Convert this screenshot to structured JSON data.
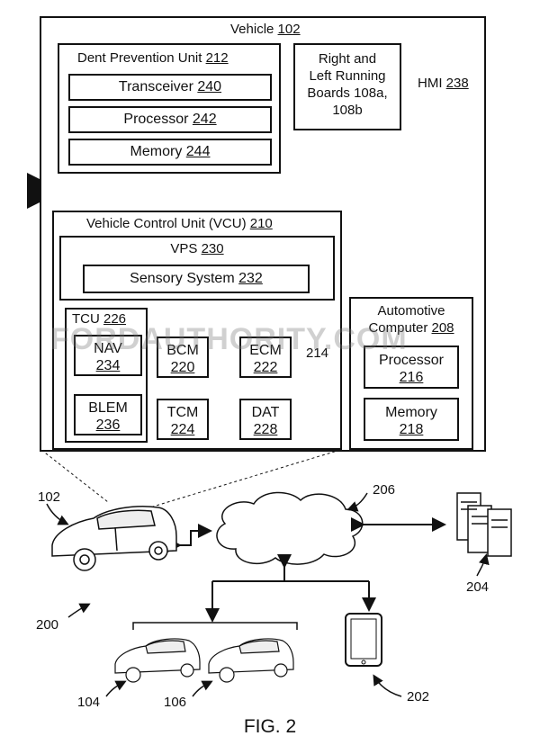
{
  "vehicle": {
    "label": "Vehicle",
    "ref": "102"
  },
  "dpu": {
    "label": "Dent Prevention Unit",
    "ref": "212",
    "transceiver": {
      "label": "Transceiver",
      "ref": "240"
    },
    "processor": {
      "label": "Processor",
      "ref": "242"
    },
    "memory": {
      "label": "Memory",
      "ref": "244"
    }
  },
  "boards": {
    "line1": "Right and",
    "line2": "Left Running",
    "line3": "Boards 108a,",
    "line4": "108b"
  },
  "hmi": {
    "label": "HMI",
    "ref": "238"
  },
  "vcu": {
    "label": "Vehicle Control Unit (VCU)",
    "ref": "210"
  },
  "vps": {
    "label": "VPS",
    "ref": "230"
  },
  "sensory": {
    "label": "Sensory System",
    "ref": "232"
  },
  "tcu": {
    "label": "TCU",
    "ref": "226"
  },
  "nav": {
    "label": "NAV",
    "ref": "234"
  },
  "bcm": {
    "label": "BCM",
    "ref": "220"
  },
  "ecm": {
    "label": "ECM",
    "ref": "222"
  },
  "bus_ref": "214",
  "blem": {
    "label": "BLEM",
    "ref": "236"
  },
  "tcm": {
    "label": "TCM",
    "ref": "224"
  },
  "dat": {
    "label": "DAT",
    "ref": "228"
  },
  "auto": {
    "line1": "Automotive",
    "line2": "Computer",
    "ref": "208",
    "processor": {
      "label": "Processor",
      "ref": "216"
    },
    "memory": {
      "label": "Memory",
      "ref": "218"
    }
  },
  "watermark": "FORDAUTHORITY.COM",
  "refs": {
    "car": "102",
    "network": "206",
    "servers": "204",
    "system": "200",
    "car1": "104",
    "car2": "106",
    "device": "202"
  },
  "caption": "FIG. 2"
}
